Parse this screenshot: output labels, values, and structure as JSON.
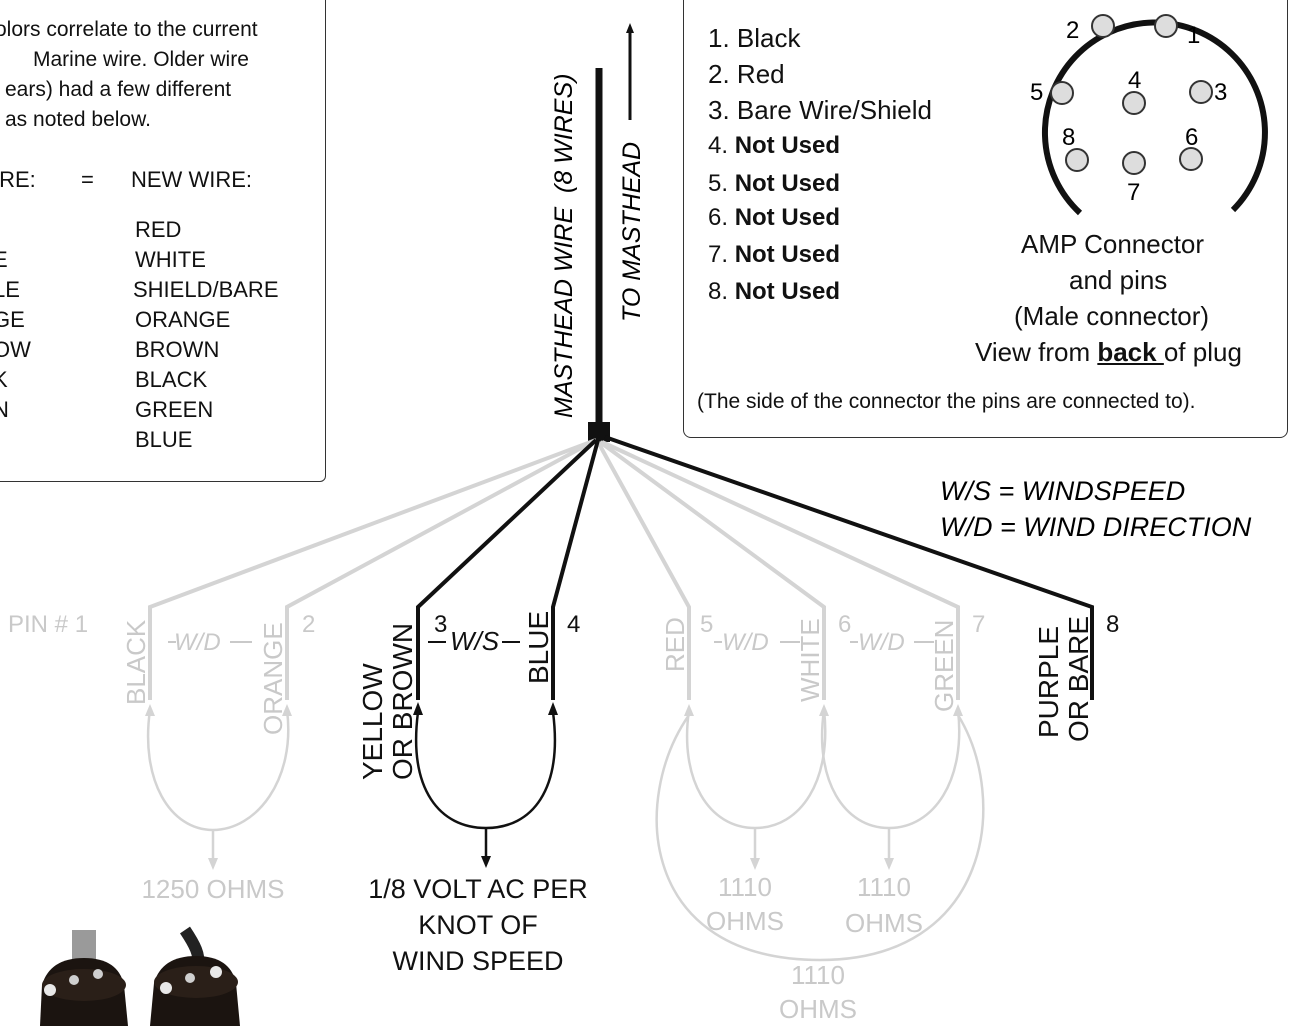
{
  "legend_box": {
    "note_lines": [
      "olors correlate to the current",
      "Marine wire. Older wire",
      "ears) had a few different",
      "as noted below."
    ],
    "old_header": "IRE:",
    "equals": "=",
    "new_header": "NEW WIRE:",
    "old_wires": [
      "",
      "E",
      "LE",
      "GE",
      "OW",
      "K",
      "N",
      ""
    ],
    "new_wires": [
      "RED",
      "WHITE",
      "SHIELD/BARE",
      "ORANGE",
      "BROWN",
      "BLACK",
      "GREEN",
      "BLUE"
    ]
  },
  "masthead_label": "MASTHEAD WIRE  (8 WIRES)",
  "to_masthead_label": "TO MASTHEAD",
  "connector_box": {
    "pins": [
      {
        "num": "1.",
        "label": "Black"
      },
      {
        "num": "2.",
        "label": "Red"
      },
      {
        "num": "3.",
        "label": "Bare Wire/Shield"
      },
      {
        "num": "4.",
        "label": "Not Used"
      },
      {
        "num": "5.",
        "label": "Not Used"
      },
      {
        "num": "6.",
        "label": "Not Used"
      },
      {
        "num": "7.",
        "label": "Not Used"
      },
      {
        "num": "8.",
        "label": "Not Used"
      }
    ],
    "pin_numbers": [
      "1",
      "2",
      "3",
      "4",
      "5",
      "6",
      "7",
      "8"
    ],
    "caption_lines": [
      "AMP Connector",
      "and pins",
      "(Male connector)"
    ],
    "view_prefix": "View from ",
    "view_bold": "back ",
    "view_suffix": "of plug",
    "footnote": "(The side of the connector the pins are connected to)."
  },
  "abbrev": {
    "ws": "W/S = WINDSPEED",
    "wd": "W/D = WIND DIRECTION"
  },
  "wires": {
    "pin_prefix": "PIN # 1",
    "p1": "BLACK",
    "p2_num": "2",
    "p2": "ORANGE",
    "p3_num": "3",
    "p3a": "YELLOW",
    "p3b": "OR BROWN",
    "p4_num": "4",
    "p4": "BLUE",
    "p5_num": "5",
    "p5": "RED",
    "p6_num": "6",
    "p6": "WHITE",
    "p7_num": "7",
    "p7": "GREEN",
    "p8_num": "8",
    "p8a": "PURPLE",
    "p8b": "OR BARE",
    "wd": "W/D",
    "ws": "W/S"
  },
  "readings": {
    "r1": "1250 OHMS",
    "r_ws_lines": [
      "1/8 VOLT AC PER",
      "KNOT OF",
      "WIND SPEED"
    ],
    "r2a": "1110",
    "r2b": "OHMS",
    "r3a": "1110",
    "r3b": "OHMS",
    "r4a": "1110",
    "r4b": "OHMS"
  },
  "colors": {
    "active": "#111111",
    "inactive": "#c9c9c9"
  }
}
